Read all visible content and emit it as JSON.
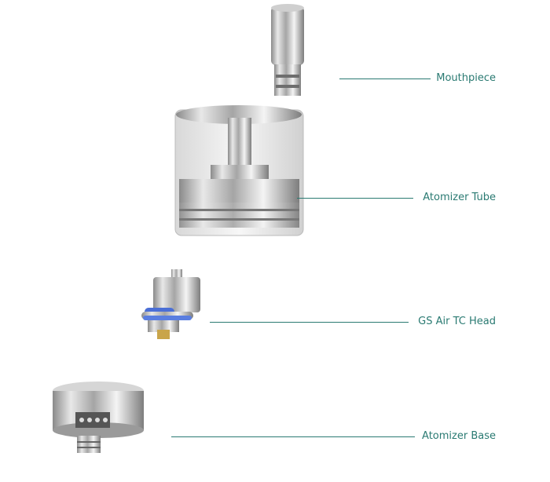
{
  "labels": {
    "mouthpiece": "Mouthpiece",
    "atomizer_tube": "Atomizer Tube",
    "coil_head": "GS Air TC Head",
    "atomizer_base": "Atomizer Base"
  },
  "colors": {
    "accent": "#2a7a72"
  }
}
